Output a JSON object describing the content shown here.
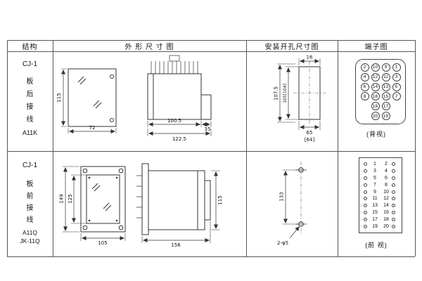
{
  "headers": {
    "structure": "结构",
    "outline": "外 形 尺 寸 图",
    "install": "安装开孔尺寸图",
    "terminal": "端子图"
  },
  "row1": {
    "model": "CJ-1",
    "wiring": [
      "板",
      "后",
      "接",
      "线"
    ],
    "code": "A11K",
    "outline_dims": {
      "height": "115",
      "width": "72",
      "body": "100.5",
      "tab": "35",
      "total": "122.5"
    },
    "install_dims": {
      "outer_h": "107.5",
      "inner_h": "105[104]",
      "top_w": "16",
      "bot_w": "65",
      "bot_w_alt": "[64]"
    },
    "terminal": {
      "view_label": "(背视)",
      "rows4": [
        [
          "2",
          "10",
          "9",
          "1"
        ],
        [
          "4",
          "12",
          "11",
          "3"
        ],
        [
          "6",
          "14",
          "13",
          "5"
        ],
        [
          "8",
          "16",
          "15",
          "7"
        ]
      ],
      "rows2": [
        [
          "18",
          "17"
        ],
        [
          "20",
          "19"
        ]
      ]
    }
  },
  "row2": {
    "model": "CJ-1",
    "wiring": [
      "板",
      "前",
      "接",
      "线"
    ],
    "code": "A11Q",
    "code2": "JK-11Q",
    "outline_dims": {
      "outer_h": "149",
      "inner_h": "125",
      "width": "105",
      "length": "156",
      "side_h": "115"
    },
    "install_dims": {
      "height": "133",
      "holes": "2-φ5"
    },
    "terminal": {
      "view_label": "(前 视)",
      "left": [
        "1",
        "3",
        "5",
        "7",
        "9",
        "11",
        "13",
        "15",
        "17",
        "19"
      ],
      "right": [
        "2",
        "4",
        "6",
        "8",
        "10",
        "12",
        "14",
        "16",
        "18",
        "20"
      ]
    }
  }
}
